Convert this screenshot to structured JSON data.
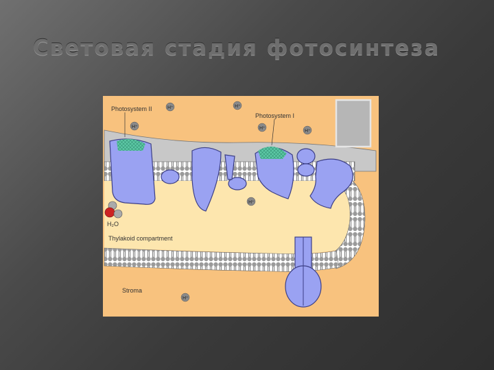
{
  "slide": {
    "title": "Световая стадия фотосинтеза"
  },
  "diagram": {
    "labels": {
      "photosystem_ii": "Photosystem II",
      "photosystem_i": "Photosystem I",
      "thylakoid_compartment": "Thylakoid compartment",
      "stroma": "Stroma",
      "water": "H₂O",
      "proton": "H⁺"
    },
    "colors": {
      "background": "#f8c27e",
      "lumen": "#fde6ae",
      "protein": "#9aa2f2",
      "protein_stroke": "#3c3f86",
      "reaction_center": "#5dc8a5",
      "membrane_band": "#c8c8c8",
      "grey_box": "#b6b6b6"
    }
  }
}
